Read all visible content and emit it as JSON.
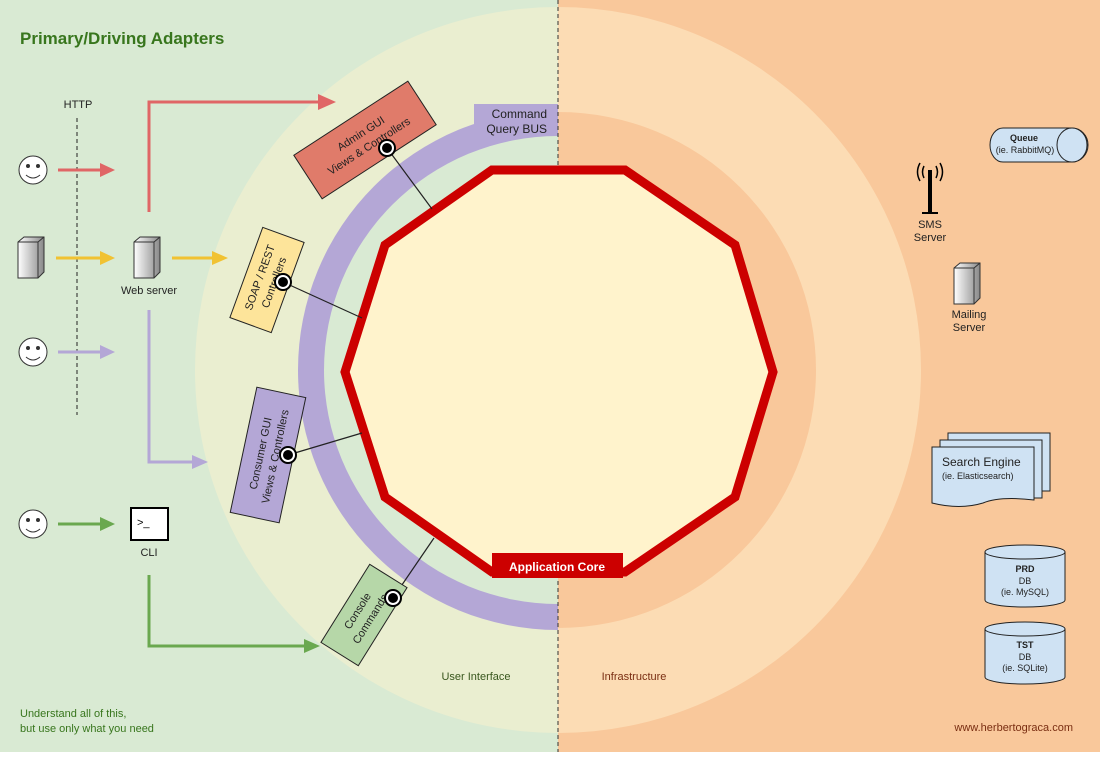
{
  "title": "Primary/Driving Adapters",
  "http_label": "HTTP",
  "web_server_label": "Web server",
  "cli_label": "CLI",
  "cli_prompt": ">_",
  "adapters": {
    "admin_gui": [
      "Admin GUI",
      "Views & Controllers"
    ],
    "soap_rest": [
      "SOAP / REST",
      "Controllers"
    ],
    "consumer_gui": [
      "Consumer GUI",
      "Views & Controllers"
    ],
    "console": [
      "Console",
      "Commands"
    ]
  },
  "bus_label": [
    "Command",
    "Query BUS"
  ],
  "core_label": "Application Core",
  "zone_labels": {
    "left": "User Interface",
    "right": "Infrastructure"
  },
  "footer_note": [
    "Understand all of this,",
    "but use only what you need"
  ],
  "credit": "www.herbertograca.com",
  "infra": {
    "queue": [
      "Queue",
      "(ie. RabbitMQ)"
    ],
    "sms": [
      "SMS",
      "Server"
    ],
    "mailing": [
      "Mailing",
      "Server"
    ],
    "search": [
      "Search Engine",
      "(ie. Elasticsearch)"
    ],
    "prd_db": [
      "PRD",
      "DB",
      "(ie. MySQL)"
    ],
    "tst_db": [
      "TST",
      "DB",
      "(ie. SQLite)"
    ]
  },
  "colors": {
    "left_bg": "#d9ead3",
    "right_bg": "#f9c89b",
    "left_ring": "#eaeed0",
    "right_ring": "#fcdcb4",
    "bus": "#b4a7d6",
    "core_stroke": "#cc0000",
    "core_fill": "#fff3cc",
    "red": "#e06666",
    "yellow": "#f1c232",
    "purple": "#b4a7d6",
    "green": "#6aa84f",
    "title": "#38761d"
  }
}
